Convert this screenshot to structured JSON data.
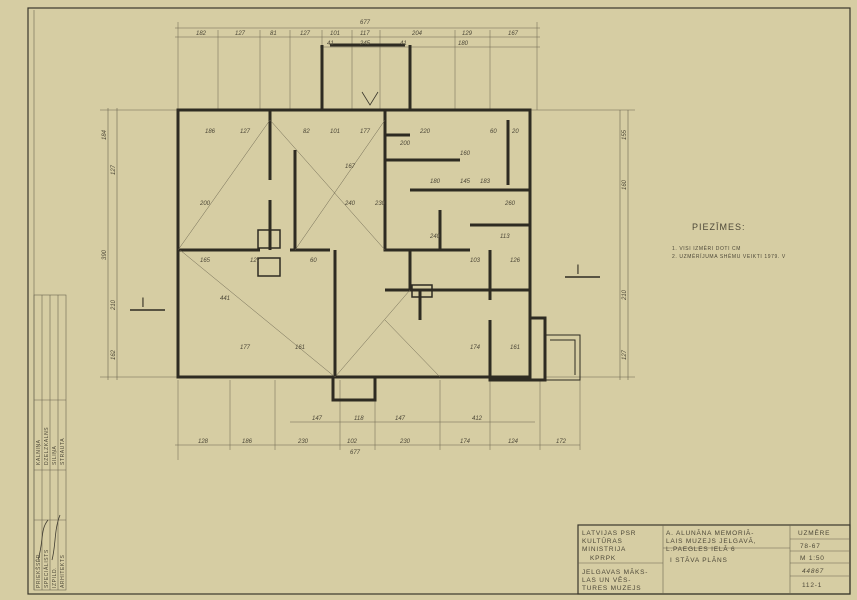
{
  "drawing": {
    "top_total": "677",
    "top_dims": [
      "182",
      "127",
      "81",
      "127",
      "101",
      "117",
      "204",
      "129",
      "167"
    ],
    "top_dims_2": [
      "41",
      "245",
      "41",
      "180"
    ],
    "bottom_dims_1": [
      "147",
      "118",
      "147",
      "412"
    ],
    "bottom_dims_2": [
      "128",
      "186",
      "230",
      "102",
      "230",
      "174",
      "124",
      "172"
    ],
    "bottom_total": "677",
    "left_dims": [
      "184",
      "127",
      "210",
      "390",
      "162"
    ],
    "right_dims": [
      "155",
      "160",
      "210",
      "127"
    ],
    "room_dims": [
      "186",
      "127",
      "82",
      "101",
      "177",
      "220",
      "60",
      "20",
      "200",
      "160",
      "180",
      "145",
      "183",
      "260",
      "240",
      "113",
      "167",
      "200",
      "240",
      "230",
      "165",
      "127",
      "60",
      "103",
      "126",
      "441",
      "177",
      "161",
      "174",
      "161"
    ],
    "section_marker": "I"
  },
  "notes": {
    "title": "PIEZĪMES:",
    "items": [
      "1.  VISI  IZMĒRI  DOTI  CM",
      "2.  UZMĒRĪJUMA  SHĒMU  VEIKTI  1979. V"
    ]
  },
  "title_block": {
    "org": [
      "LATVIJAS PSR",
      "KULTŪRAS",
      "MINISTRIJA"
    ],
    "code": "KPRPK",
    "museum": [
      "JELGAVAS MĀKS-",
      "LAS UN VĒS-",
      "TURES MUZEJS"
    ],
    "project": [
      "A. ALUNĀNA MEMORIĀ-",
      "LAIS MUZEJS JELGAVĀ,",
      "L.PAEGLES IELĀ 6"
    ],
    "sheet_title": "I STĀVA PLĀNS",
    "label": "UZMĒRE",
    "year": "78-67",
    "scale": "M 1:50",
    "number": "44867",
    "sheet_no": "112-1"
  },
  "side_stamp": {
    "roles": [
      "PRIEKŠSĒD.",
      "SPECIĀLISTS",
      "IZPILD.",
      "ARHITEKTS"
    ],
    "names": [
      "KALNIŅA",
      "DZELZKALNS",
      "SILIŅA",
      "STRAUTA"
    ]
  }
}
